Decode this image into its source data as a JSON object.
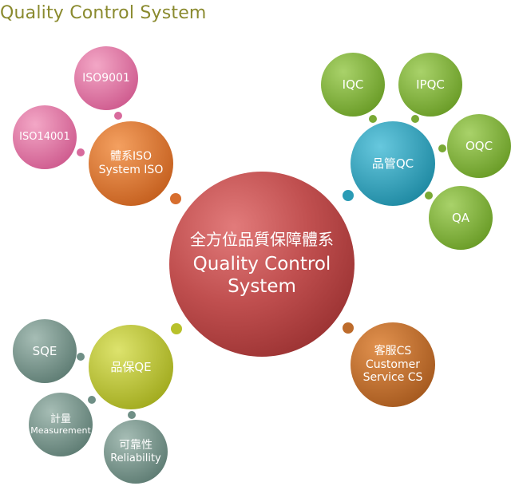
{
  "title": "Quality Control System",
  "colors": {
    "center": "#b94a4a",
    "iso": "#d76e2e",
    "iso_sub": "#d86a9c",
    "qc": "#2a9bb5",
    "qc_sub": "#79a934",
    "cs": "#bd6b2b",
    "qe": "#b8c12b",
    "qe_sub": "#6f8f86"
  },
  "center": {
    "zh": "全方位品質保障體系",
    "en1": "Quality Control",
    "en2": "System"
  },
  "iso": {
    "hub": {
      "l1": "體系ISO",
      "l2": "System ISO"
    },
    "iso9001": "ISO9001",
    "iso14001": "ISO14001"
  },
  "qc": {
    "hub": "品管QC",
    "iqc": "IQC",
    "ipqc": "IPQC",
    "oqc": "OQC",
    "qa": "QA"
  },
  "cs": {
    "l1": "客服CS",
    "l2": "Customer",
    "l3": "Service CS"
  },
  "qe": {
    "hub": "品保QE",
    "sqe": "SQE",
    "measurement": {
      "l1": "計量",
      "l2": "Measurement"
    },
    "reliability": {
      "l1": "可靠性",
      "l2": "Reliability"
    }
  }
}
